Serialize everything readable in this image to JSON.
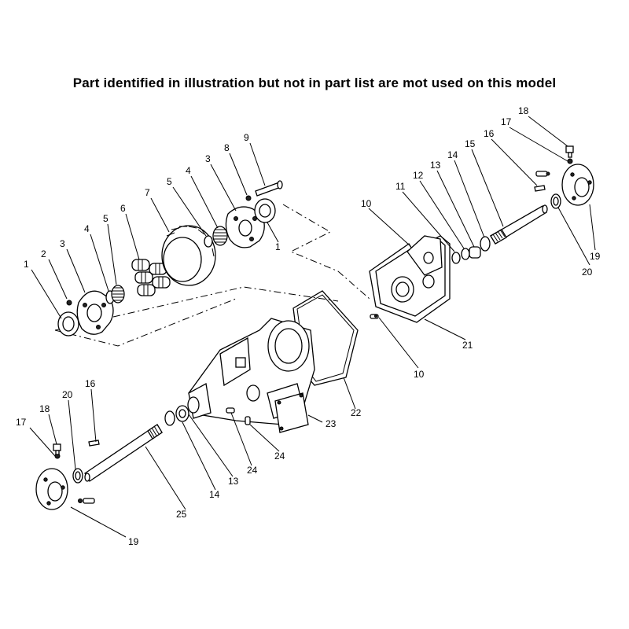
{
  "header": {
    "title": "Part identified in illustration but not in part list are mot used on this model"
  },
  "callouts": [
    "1",
    "2",
    "3",
    "4",
    "5",
    "6",
    "7",
    "5",
    "4",
    "3",
    "8",
    "9",
    "1",
    "10",
    "11",
    "12",
    "13",
    "14",
    "15",
    "16",
    "17",
    "18",
    "19",
    "20",
    "21",
    "10",
    "22",
    "23",
    "24",
    "24",
    "25",
    "14",
    "13",
    "16",
    "17",
    "18",
    "19",
    "20"
  ]
}
